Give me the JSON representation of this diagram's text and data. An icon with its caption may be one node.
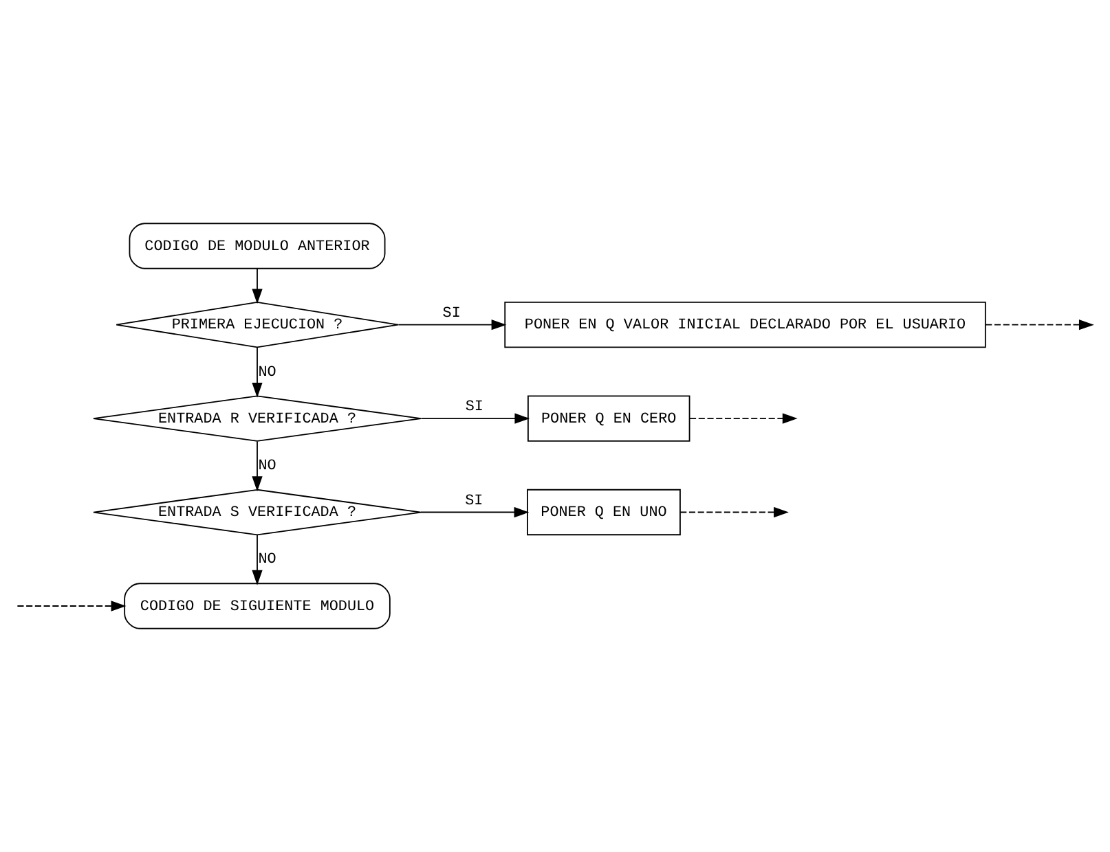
{
  "diagram": {
    "nodes": [
      {
        "text": [
          "CODIGO DE MODULO ANTERIOR"
        ]
      },
      {
        "text": [
          "PRIMERA EJECUCION ?"
        ]
      },
      {
        "text": [
          "PONER EN Q VALOR INICIAL DECLARADO POR EL USUARIO"
        ]
      },
      {
        "text": [
          "ENTRADA R VERIFICADA ?"
        ]
      },
      {
        "text": [
          "PONER Q EN CERO"
        ]
      },
      {
        "text": [
          "ENTRADA S VERIFICADA ?"
        ]
      },
      {
        "text": [
          "PONER Q EN UNO"
        ]
      },
      {
        "text": [
          "CODIGO DE SIGUIENTE MODULO"
        ]
      }
    ],
    "edges": [
      {
        "from": 0,
        "to": 1,
        "arrow": "to"
      },
      {
        "from": 1,
        "to": 2,
        "arrow": "to",
        "label": "SI"
      },
      {
        "from": 1,
        "to": 3,
        "arrow": "to",
        "label": "NO"
      },
      {
        "from": 2,
        "to": null,
        "arrow": "to",
        "style": "dashed"
      },
      {
        "from": 3,
        "to": 4,
        "arrow": "to",
        "label": "SI"
      },
      {
        "from": 3,
        "to": 5,
        "arrow": "to",
        "label": "NO"
      },
      {
        "from": 4,
        "to": null,
        "arrow": "to",
        "style": "dashed"
      },
      {
        "from": 5,
        "to": 6,
        "arrow": "to",
        "label": "SI"
      },
      {
        "from": 5,
        "to": 7,
        "arrow": "to",
        "label": "NO"
      },
      {
        "from": 6,
        "to": null,
        "arrow": "to",
        "style": "dashed"
      },
      {
        "from": null,
        "to": 7,
        "arrow": "to",
        "style": "dashed"
      }
    ]
  }
}
